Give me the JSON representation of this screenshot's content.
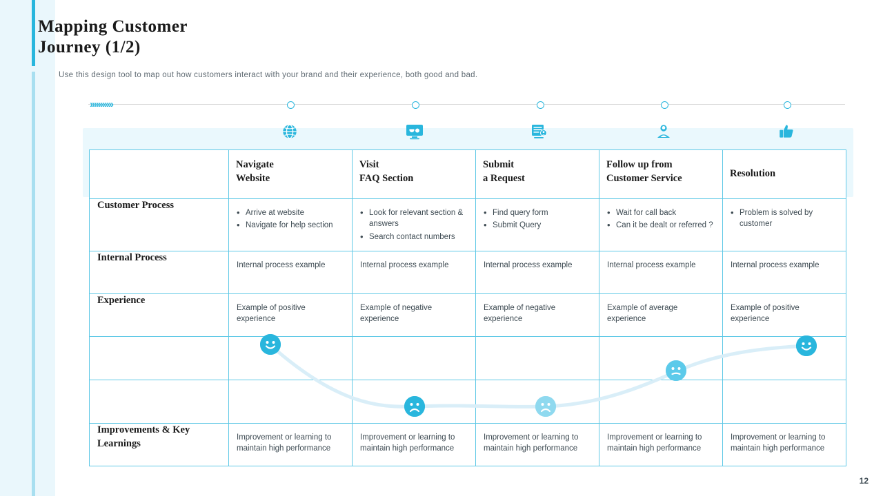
{
  "slide": {
    "title_line1": "Mapping  Customer",
    "title_line2": "Journey (1/2)",
    "subtitle": "Use this design tool to map out how customers interact with your brand and their experience, both good and bad.",
    "page_number": "12",
    "accent_color": "#29b6dd",
    "panel_color": "#eaf8fd"
  },
  "timeline": {
    "chevrons": "›››››››››››",
    "stages": [
      {
        "icon": "globe-icon",
        "glyph": "🌐"
      },
      {
        "icon": "faq-screen-icon",
        "glyph": "🖥"
      },
      {
        "icon": "form-request-icon",
        "glyph": "📋"
      },
      {
        "icon": "support-agent-icon",
        "glyph": "👤"
      },
      {
        "icon": "thumbs-up-icon",
        "glyph": "👍"
      }
    ]
  },
  "table": {
    "corner_header": "",
    "column_headers": [
      {
        "line1": "Navigate",
        "line2": "Website"
      },
      {
        "line1": "Visit",
        "line2": "FAQ Section"
      },
      {
        "line1": "Submit",
        "line2": "a Request"
      },
      {
        "line1": "Follow up from",
        "line2": "Customer Service"
      },
      {
        "line1": "Resolution",
        "line2": ""
      }
    ],
    "rows": [
      {
        "label": "Customer Process",
        "type": "bullets",
        "cells": [
          [
            "Arrive  at website",
            "Navigate  for help section"
          ],
          [
            "Look for relevant section & answers",
            "Search contact numbers"
          ],
          [
            "Find query form",
            "Submit Query"
          ],
          [
            "Wait for call back",
            "Can it be dealt or referred  ?"
          ],
          [
            "Problem is solved by customer"
          ]
        ]
      },
      {
        "label": "Internal Process",
        "type": "plain",
        "cells": [
          "Internal  process example",
          "Internal  process example",
          "Internal  process example",
          "Internal  process example",
          "Internal  process example"
        ]
      },
      {
        "label": "Experience",
        "type": "plain",
        "cells": [
          "Example of positive experience",
          "Example of negative experience",
          "Example of negative experience",
          "Example of average experience",
          "Example of positive experience"
        ]
      },
      {
        "label": "",
        "type": "blank",
        "cells": [
          "",
          "",
          "",
          "",
          ""
        ]
      },
      {
        "label": "",
        "type": "blank",
        "cells": [
          "",
          "",
          "",
          "",
          ""
        ]
      },
      {
        "label": "Improvements & Key Learnings",
        "type": "plain",
        "cells": [
          "Improvement  or learning to maintain high performance",
          "Improvement  or learning to maintain high performance",
          "Improvement  or learning to maintain high performance",
          "Improvement  or learning to maintain high performance",
          "Improvement  or learning to maintain high performance"
        ]
      }
    ]
  },
  "sentiment": {
    "markers": [
      {
        "name": "smiley-happy-navigate",
        "glyph": "☺",
        "tone": "happy",
        "pale": false
      },
      {
        "name": "smiley-sad-faq",
        "glyph": "☹",
        "tone": "sad",
        "pale": false
      },
      {
        "name": "smiley-sad-submit",
        "glyph": "☹",
        "tone": "sad",
        "pale": true
      },
      {
        "name": "smiley-neutral-followup",
        "glyph": "☹",
        "tone": "neutral",
        "pale": true
      },
      {
        "name": "smiley-happy-resolution",
        "glyph": "☺",
        "tone": "happy",
        "pale": false
      }
    ]
  }
}
